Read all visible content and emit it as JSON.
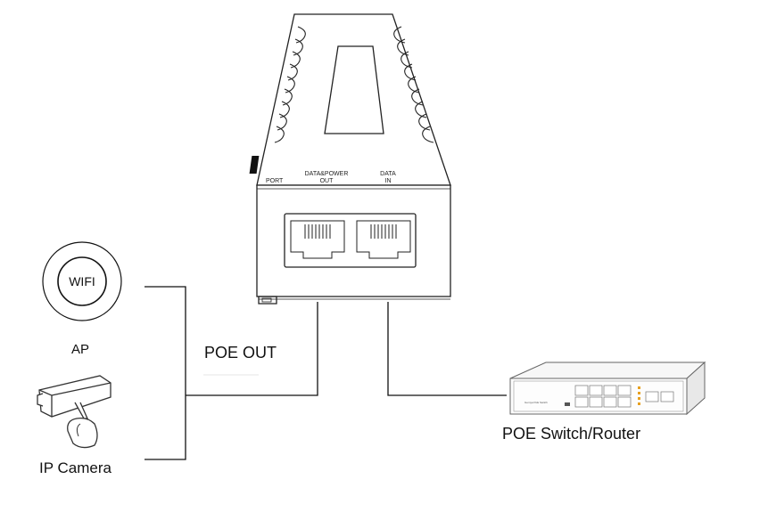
{
  "injector": {
    "port_label": "PORT",
    "data_power_out_label": "DATA&POWER\nOUT",
    "data_in_label": "DATA\nIN"
  },
  "devices": {
    "ap_label": "AP",
    "wifi_label": "WIFI",
    "camera_label": "IP Camera",
    "switch_label": "POE Switch/Router",
    "switch_small_text": "Gemya PoE Switch"
  },
  "connection": {
    "poe_out_label": "POE OUT"
  },
  "colors": {
    "line": "#111111",
    "device_outline": "#222222",
    "switch_body": "#f2f2f2"
  }
}
